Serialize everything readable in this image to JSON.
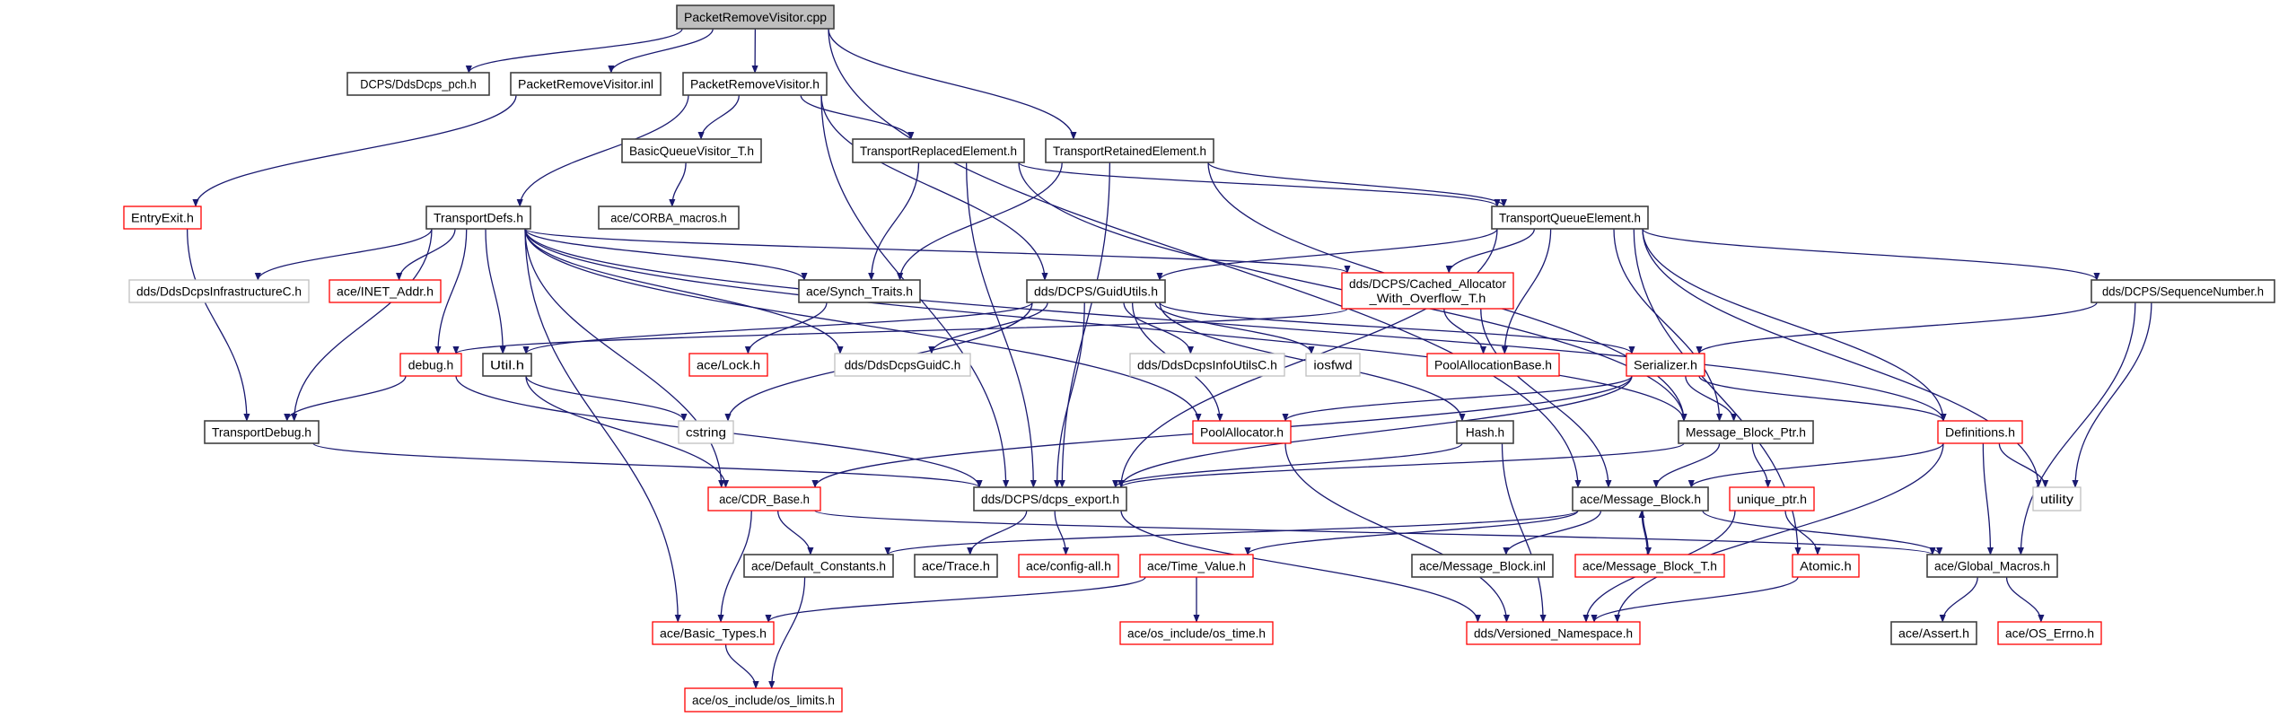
{
  "graph": {
    "edge_color": "#191970",
    "border_colors": {
      "black": "#404040",
      "red": "#ff0000",
      "gray": "#bfbfbf",
      "root": "#404040"
    },
    "root_fill": "#bfbfbf",
    "nodes": [
      {
        "id": "root",
        "label": "PacketRemoveVisitor.cpp",
        "kind": "root"
      },
      {
        "id": "pch",
        "label": "DCPS/DdsDcps_pch.h",
        "kind": "black"
      },
      {
        "id": "prvinl",
        "label": "PacketRemoveVisitor.inl",
        "kind": "black"
      },
      {
        "id": "prvh",
        "label": "PacketRemoveVisitor.h",
        "kind": "black"
      },
      {
        "id": "bqv",
        "label": "BasicQueueVisitor_T.h",
        "kind": "black"
      },
      {
        "id": "entry",
        "label": "EntryExit.h",
        "kind": "red"
      },
      {
        "id": "tdefs",
        "label": "TransportDefs.h",
        "kind": "black"
      },
      {
        "id": "corba",
        "label": "ace/CORBA_macros.h",
        "kind": "black"
      },
      {
        "id": "trepl",
        "label": "TransportReplacedElement.h",
        "kind": "black"
      },
      {
        "id": "tret",
        "label": "TransportRetainedElement.h",
        "kind": "black"
      },
      {
        "id": "tqe",
        "label": "TransportQueueElement.h",
        "kind": "black"
      },
      {
        "id": "infra",
        "label": "dds/DdsDcpsInfrastructureC.h",
        "kind": "gray"
      },
      {
        "id": "inet",
        "label": "ace/INET_Addr.h",
        "kind": "red"
      },
      {
        "id": "synch",
        "label": "ace/Synch_Traits.h",
        "kind": "black"
      },
      {
        "id": "guid",
        "label": "dds/DCPS/GuidUtils.h",
        "kind": "black"
      },
      {
        "id": "cached",
        "label": "dds/DCPS/Cached_Allocator\n_With_Overflow_T.h",
        "kind": "red"
      },
      {
        "id": "seqnum",
        "label": "dds/DCPS/SequenceNumber.h",
        "kind": "black"
      },
      {
        "id": "debug",
        "label": "debug.h",
        "kind": "red"
      },
      {
        "id": "util",
        "label": "Util.h",
        "kind": "black"
      },
      {
        "id": "lock",
        "label": "ace/Lock.h",
        "kind": "red"
      },
      {
        "id": "guidc",
        "label": "dds/DdsDcpsGuidC.h",
        "kind": "gray"
      },
      {
        "id": "infoutils",
        "label": "dds/DdsDcpsInfoUtilsC.h",
        "kind": "gray"
      },
      {
        "id": "iosfwd",
        "label": "iosfwd",
        "kind": "gray"
      },
      {
        "id": "pab",
        "label": "PoolAllocationBase.h",
        "kind": "red"
      },
      {
        "id": "serializer",
        "label": "Serializer.h",
        "kind": "red"
      },
      {
        "id": "tdebug",
        "label": "TransportDebug.h",
        "kind": "black"
      },
      {
        "id": "cstring",
        "label": "cstring",
        "kind": "gray"
      },
      {
        "id": "poolalloc",
        "label": "PoolAllocator.h",
        "kind": "red"
      },
      {
        "id": "hash",
        "label": "Hash.h",
        "kind": "black"
      },
      {
        "id": "mbptr",
        "label": "Message_Block_Ptr.h",
        "kind": "black"
      },
      {
        "id": "defs",
        "label": "Definitions.h",
        "kind": "red"
      },
      {
        "id": "cdr",
        "label": "ace/CDR_Base.h",
        "kind": "red"
      },
      {
        "id": "export",
        "label": "dds/DCPS/dcps_export.h",
        "kind": "black"
      },
      {
        "id": "mb",
        "label": "ace/Message_Block.h",
        "kind": "black"
      },
      {
        "id": "uptr",
        "label": "unique_ptr.h",
        "kind": "red"
      },
      {
        "id": "utility",
        "label": "utility",
        "kind": "gray"
      },
      {
        "id": "defconst",
        "label": "ace/Default_Constants.h",
        "kind": "black"
      },
      {
        "id": "trace",
        "label": "ace/Trace.h",
        "kind": "black"
      },
      {
        "id": "config",
        "label": "ace/config-all.h",
        "kind": "red"
      },
      {
        "id": "timeval",
        "label": "ace/Time_Value.h",
        "kind": "red"
      },
      {
        "id": "mbinl",
        "label": "ace/Message_Block.inl",
        "kind": "black"
      },
      {
        "id": "mbt",
        "label": "ace/Message_Block_T.h",
        "kind": "red"
      },
      {
        "id": "atomic",
        "label": "Atomic.h",
        "kind": "red"
      },
      {
        "id": "gmacros",
        "label": "ace/Global_Macros.h",
        "kind": "black"
      },
      {
        "id": "basictypes",
        "label": "ace/Basic_Types.h",
        "kind": "red"
      },
      {
        "id": "ostime",
        "label": "ace/os_include/os_time.h",
        "kind": "red"
      },
      {
        "id": "versioned",
        "label": "dds/Versioned_Namespace.h",
        "kind": "red"
      },
      {
        "id": "assert",
        "label": "ace/Assert.h",
        "kind": "black"
      },
      {
        "id": "errno",
        "label": "ace/OS_Errno.h",
        "kind": "red"
      },
      {
        "id": "oslimits",
        "label": "ace/os_include/os_limits.h",
        "kind": "red"
      }
    ],
    "edges": [
      [
        "root",
        "pch"
      ],
      [
        "root",
        "prvinl"
      ],
      [
        "root",
        "prvh"
      ],
      [
        "root",
        "tret"
      ],
      [
        "root",
        "mb"
      ],
      [
        "prvinl",
        "entry"
      ],
      [
        "prvh",
        "bqv"
      ],
      [
        "prvh",
        "tdefs"
      ],
      [
        "prvh",
        "trepl"
      ],
      [
        "prvh",
        "guid"
      ],
      [
        "prvh",
        "export"
      ],
      [
        "bqv",
        "corba"
      ],
      [
        "entry",
        "tdebug"
      ],
      [
        "tdefs",
        "infra"
      ],
      [
        "tdefs",
        "inet"
      ],
      [
        "tdefs",
        "debug"
      ],
      [
        "tdefs",
        "util"
      ],
      [
        "tdefs",
        "synch"
      ],
      [
        "tdefs",
        "guidc"
      ],
      [
        "tdefs",
        "poolalloc"
      ],
      [
        "tdefs",
        "cached"
      ],
      [
        "tdefs",
        "mbptr"
      ],
      [
        "tdefs",
        "defs"
      ],
      [
        "tdefs",
        "tdebug"
      ],
      [
        "tdefs",
        "cdr"
      ],
      [
        "tdefs",
        "basictypes"
      ],
      [
        "trepl",
        "synch"
      ],
      [
        "trepl",
        "tqe"
      ],
      [
        "trepl",
        "export"
      ],
      [
        "trepl",
        "mbptr"
      ],
      [
        "tret",
        "synch"
      ],
      [
        "tret",
        "tqe"
      ],
      [
        "tret",
        "export"
      ],
      [
        "tret",
        "mbptr"
      ],
      [
        "tqe",
        "guid"
      ],
      [
        "tqe",
        "cached"
      ],
      [
        "tqe",
        "pab"
      ],
      [
        "tqe",
        "seqnum"
      ],
      [
        "tqe",
        "export"
      ],
      [
        "tqe",
        "mbptr"
      ],
      [
        "tqe",
        "atomic"
      ],
      [
        "tqe",
        "defs"
      ],
      [
        "tqe",
        "utility"
      ],
      [
        "synch",
        "lock"
      ],
      [
        "guid",
        "guidc"
      ],
      [
        "guid",
        "infoutils"
      ],
      [
        "guid",
        "iosfwd"
      ],
      [
        "guid",
        "poolalloc"
      ],
      [
        "guid",
        "hash"
      ],
      [
        "guid",
        "serializer"
      ],
      [
        "guid",
        "cstring"
      ],
      [
        "guid",
        "util"
      ],
      [
        "guid",
        "export"
      ],
      [
        "cached",
        "pab"
      ],
      [
        "cached",
        "debug"
      ],
      [
        "cached",
        "mb"
      ],
      [
        "seqnum",
        "serializer"
      ],
      [
        "seqnum",
        "utility"
      ],
      [
        "seqnum",
        "gmacros"
      ],
      [
        "debug",
        "tdebug"
      ],
      [
        "debug",
        "export"
      ],
      [
        "util",
        "cstring"
      ],
      [
        "util",
        "cdr"
      ],
      [
        "tdebug",
        "export"
      ],
      [
        "serializer",
        "poolalloc"
      ],
      [
        "serializer",
        "mbptr"
      ],
      [
        "serializer",
        "defs"
      ],
      [
        "serializer",
        "cdr"
      ],
      [
        "serializer",
        "export"
      ],
      [
        "poolalloc",
        "versioned"
      ],
      [
        "hash",
        "export"
      ],
      [
        "hash",
        "versioned"
      ],
      [
        "mbptr",
        "mb"
      ],
      [
        "mbptr",
        "uptr"
      ],
      [
        "mbptr",
        "export"
      ],
      [
        "defs",
        "mb"
      ],
      [
        "defs",
        "utility"
      ],
      [
        "defs",
        "gmacros"
      ],
      [
        "defs",
        "versioned"
      ],
      [
        "cdr",
        "defconst"
      ],
      [
        "cdr",
        "basictypes"
      ],
      [
        "cdr",
        "gmacros"
      ],
      [
        "export",
        "trace"
      ],
      [
        "export",
        "config"
      ],
      [
        "export",
        "versioned"
      ],
      [
        "mb",
        "defconst"
      ],
      [
        "mb",
        "timeval"
      ],
      [
        "mb",
        "mbinl"
      ],
      [
        "mb",
        "mbt"
      ],
      [
        "mb",
        "gmacros"
      ],
      [
        "mbt",
        "mb"
      ],
      [
        "uptr",
        "atomic"
      ],
      [
        "uptr",
        "versioned"
      ],
      [
        "atomic",
        "versioned"
      ],
      [
        "timeval",
        "ostime"
      ],
      [
        "timeval",
        "basictypes"
      ],
      [
        "defconst",
        "oslimits"
      ],
      [
        "basictypes",
        "oslimits"
      ],
      [
        "gmacros",
        "assert"
      ],
      [
        "gmacros",
        "errno"
      ]
    ]
  }
}
